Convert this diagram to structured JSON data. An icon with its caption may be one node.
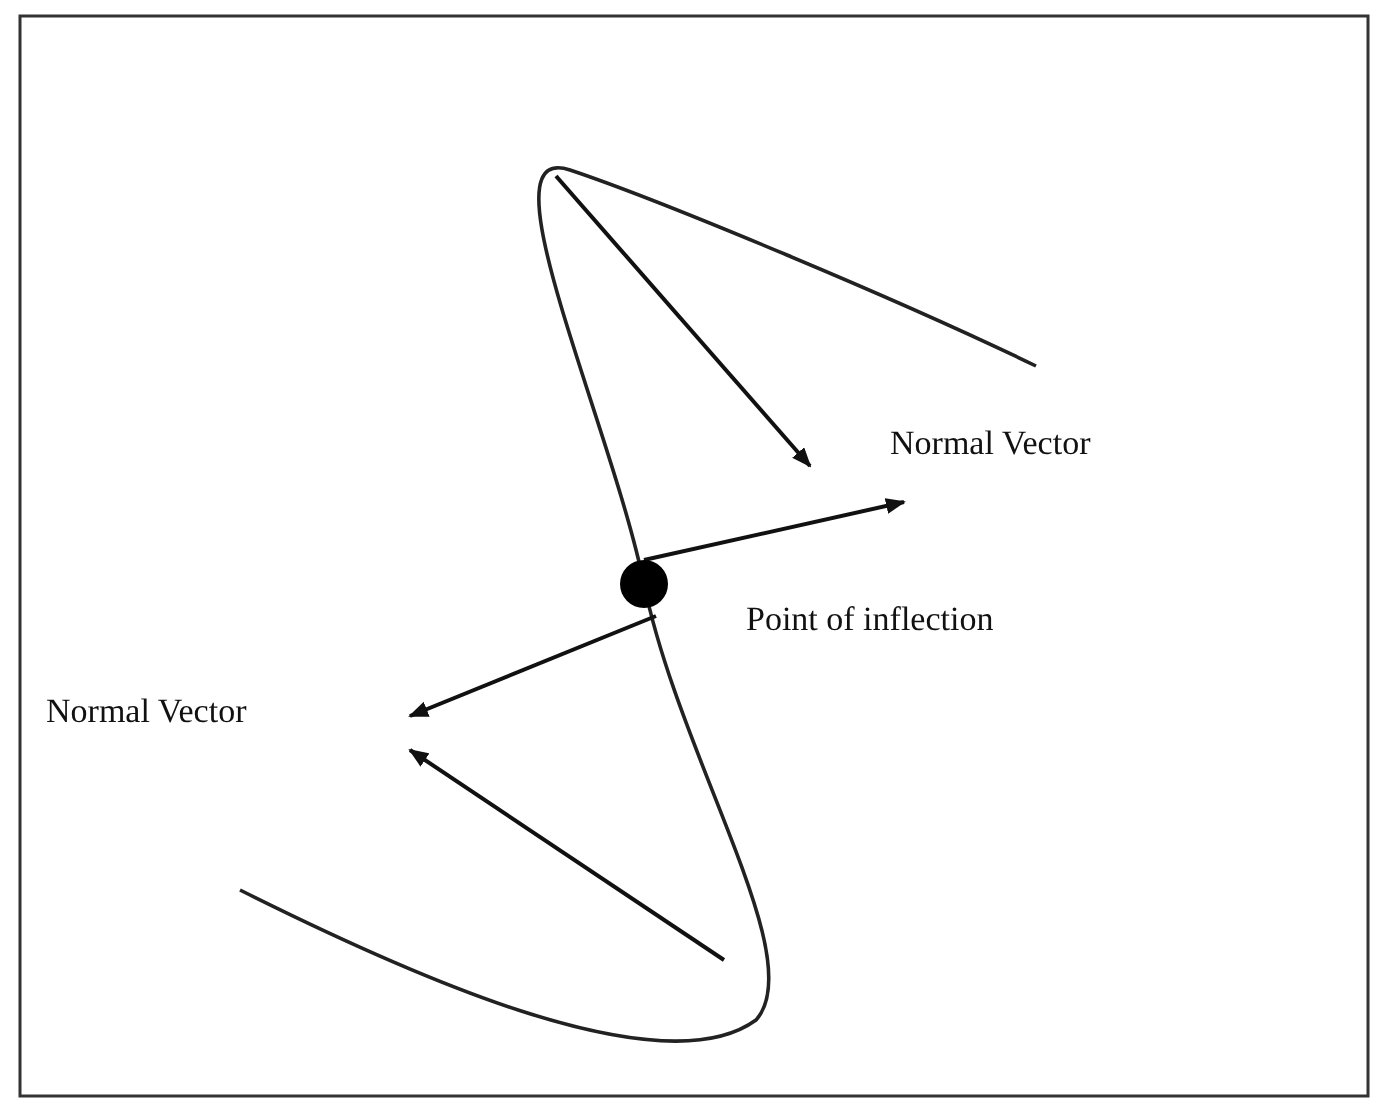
{
  "diagram": {
    "labels": [
      "Normal Vector",
      "Point of inflection",
      "Normal Vector"
    ]
  }
}
